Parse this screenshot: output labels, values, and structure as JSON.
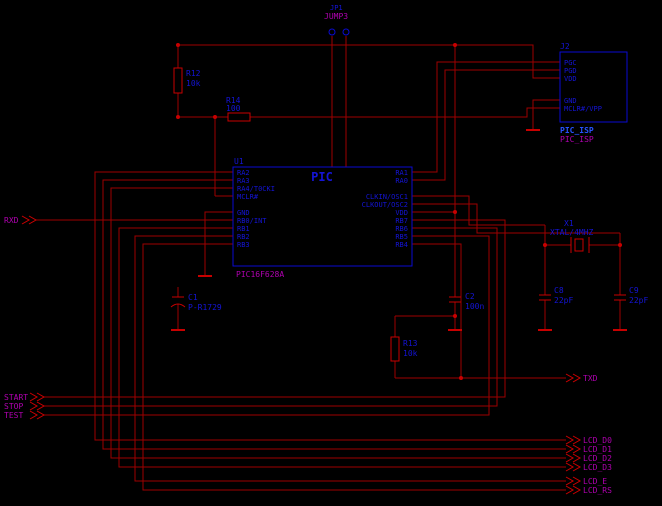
{
  "colors": {
    "background": "#000000",
    "wire_red": "#9e0000",
    "component_red": "#c80000",
    "symbol_blue": "#1414d6",
    "net_magenta": "#b000b0",
    "isp_bold_blue": "#2753ff"
  },
  "components": {
    "jumper": {
      "designator": "JP1",
      "value": "JUMP3"
    },
    "r12": {
      "designator": "R12",
      "value": "10k"
    },
    "r14": {
      "designator": "R14",
      "value": "100"
    },
    "r13": {
      "designator": "R13",
      "value": "10k"
    },
    "c1": {
      "designator": "C1",
      "value": "P-R1729"
    },
    "c2": {
      "designator": "C2",
      "value": "100n"
    },
    "c8": {
      "designator": "C8",
      "value": "22pF"
    },
    "c9": {
      "designator": "C9",
      "value": "22pF"
    },
    "x1": {
      "designator": "X1",
      "value": "XTAL/4MHZ"
    },
    "isp": {
      "designator": "J2",
      "name": "PIC_ISP",
      "value": "PIC_ISP",
      "pins": [
        "PGC",
        "PGD",
        "VDD",
        "GND",
        "MCLR#/VPP"
      ]
    },
    "mcu": {
      "designator": "U1",
      "title": "PIC",
      "value": "PIC16F628A",
      "left_pins": [
        "RA2",
        "RA3",
        "RA4/T0CKI",
        "MCLR#",
        "GND",
        "RB0/INT",
        "RB1",
        "RB2",
        "RB3"
      ],
      "right_pins": [
        "RA1",
        "RA0",
        "CLKIN/OSC1",
        "CLKOUT/OSC2",
        "VDD",
        "RB7",
        "RB6",
        "RB5",
        "RB4"
      ]
    }
  },
  "nets": {
    "rxd": "RXD",
    "txd": "TXD",
    "start": "START",
    "stop": "STOP",
    "test": "TEST",
    "lcd_d0": "LCD_D0",
    "lcd_d1": "LCD_D1",
    "lcd_d2": "LCD_D2",
    "lcd_d3": "LCD_D3",
    "lcd_e": "LCD_E",
    "lcd_rs": "LCD_RS"
  }
}
